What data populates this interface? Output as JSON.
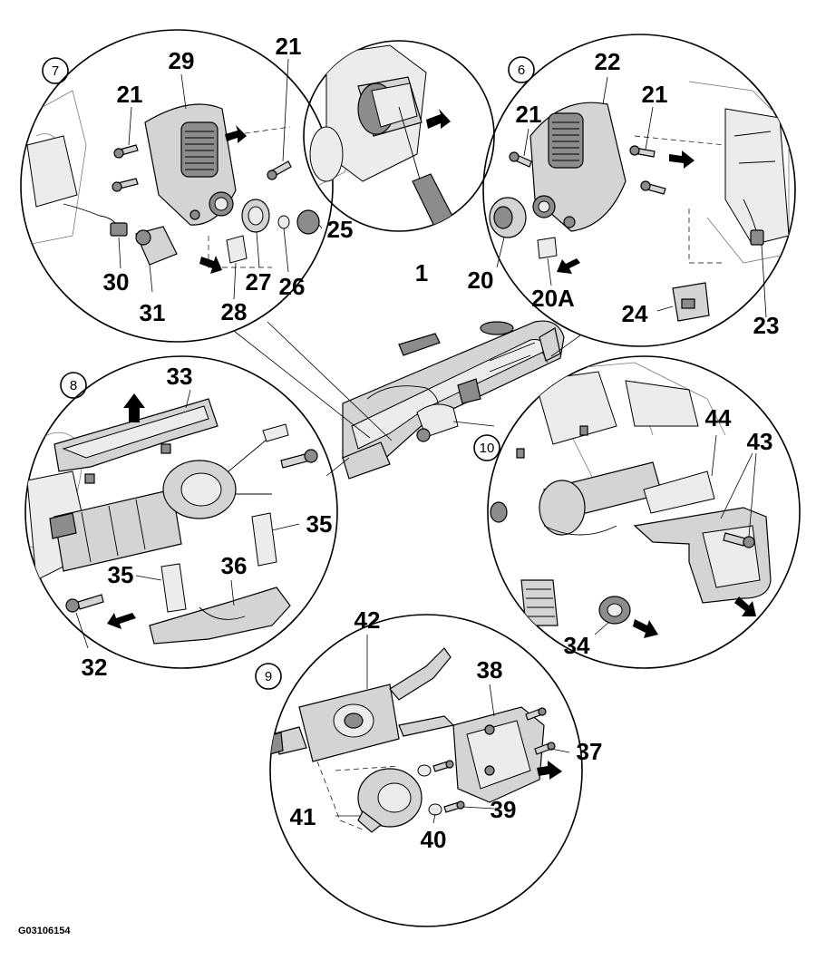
{
  "detail_circles": [
    {
      "id": "7",
      "label": "7"
    },
    {
      "id": "6",
      "label": "6"
    },
    {
      "id": "8",
      "label": "8"
    },
    {
      "id": "10",
      "label": "10"
    },
    {
      "id": "9",
      "label": "9"
    }
  ],
  "callouts": {
    "c1": "1",
    "c20": "20",
    "c20A": "20A",
    "c21a": "21",
    "c21b": "21",
    "c21c": "21",
    "c21d": "21",
    "c22": "22",
    "c23": "23",
    "c24": "24",
    "c25": "25",
    "c26": "26",
    "c27": "27",
    "c28": "28",
    "c29": "29",
    "c30": "30",
    "c31": "31",
    "c32": "32",
    "c33": "33",
    "c34": "34",
    "c35a": "35",
    "c35b": "35",
    "c36": "36",
    "c37": "37",
    "c38": "38",
    "c39": "39",
    "c40": "40",
    "c41": "41",
    "c42": "42",
    "c43": "43",
    "c44": "44"
  },
  "figure_code": "G03106154"
}
